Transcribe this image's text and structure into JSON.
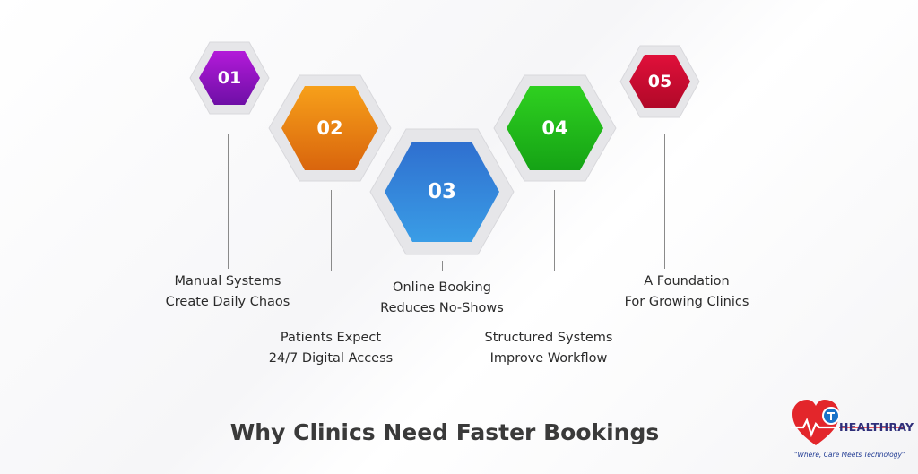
{
  "diagram": {
    "title": "Why Clinics Need Faster Bookings",
    "steps": [
      {
        "number": "01",
        "line1": "Manual Systems",
        "line2": "Create Daily Chaos",
        "color_top": "#b31ad9",
        "color_bottom": "#6e0fa6"
      },
      {
        "number": "02",
        "line1": "Patients Expect",
        "line2": "24/7 Digital Access",
        "color_top": "#f7a01a",
        "color_bottom": "#d9650d"
      },
      {
        "number": "03",
        "line1": "Online Booking",
        "line2": "Reduces No-Shows",
        "color_top": "#2f6fcf",
        "color_bottom": "#3a9de6"
      },
      {
        "number": "04",
        "line1": "Structured Systems",
        "line2": "Improve Workflow",
        "color_top": "#2fd020",
        "color_bottom": "#15a315"
      },
      {
        "number": "05",
        "line1": "A Foundation",
        "line2": "For Growing Clinics",
        "color_top": "#e0103a",
        "color_bottom": "#b00828"
      }
    ]
  },
  "logo": {
    "name": "HEALTHRAY",
    "tagline": "\"Where, Care Meets Technology\"",
    "heart_color": "#e3262b",
    "accent_color": "#1a73c9"
  }
}
